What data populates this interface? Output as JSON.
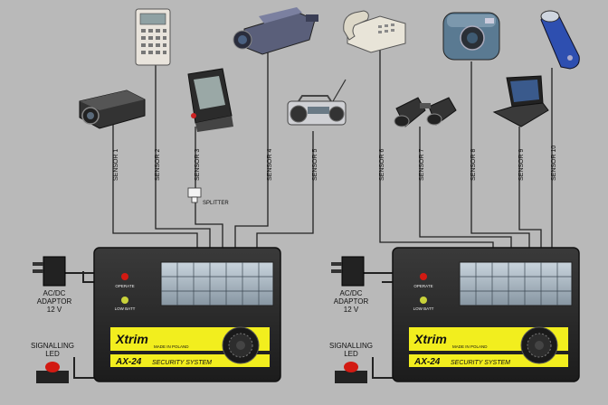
{
  "sensors": [
    "SENSOR 1",
    "SENSOR 2",
    "SENSOR 3",
    "SENSOR 4",
    "SENSOR 5",
    "SENSOR 6",
    "SENSOR 7",
    "SENSOR 8",
    "SENSOR 9",
    "SENSOR 10"
  ],
  "splitter_label": "SPLITTER",
  "adaptor_label": {
    "line1": "AC/DC",
    "line2": "ADAPTOR",
    "line3": "12 V"
  },
  "led_label": {
    "line1": "SIGNALLING",
    "line2": "LED"
  },
  "panel": {
    "operate": "OPERATE",
    "low_batt": "LOW BATT",
    "brand": "Xtrim",
    "made_in": "MADE IN POLAND",
    "model": "AX-24",
    "system": "SECURITY SYSTEM"
  },
  "icons": [
    "projector-icon",
    "calculator-icon",
    "pda-icon",
    "camcorder-icon",
    "boombox-icon",
    "phone-icon",
    "binoculars-icon",
    "camera-icon",
    "laptop-icon",
    "shaver-icon"
  ],
  "colors": {
    "background": "#b9b9b9",
    "panel": "#2a2a2a",
    "label": "#f2ee1e",
    "led_red": "#d21a12",
    "led_green": "#c9d23a"
  }
}
